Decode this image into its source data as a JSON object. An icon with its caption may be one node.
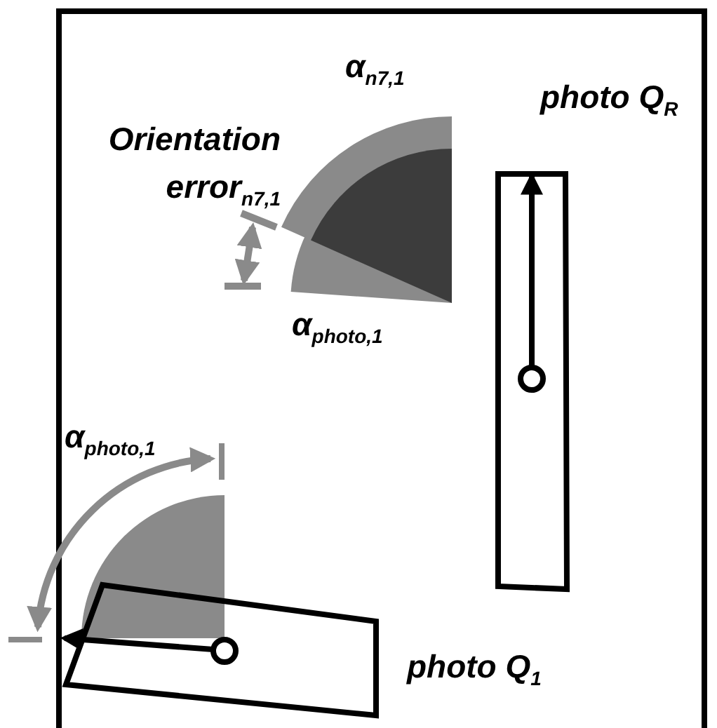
{
  "diagram": {
    "nodes": [
      {
        "text": [],
        "shape": "box",
        "beside": [
          "photo Q$_{R}$"
        ]
      },
      {
        "text": [],
        "shape": "box",
        "beside": [
          "photo Q$_{1}$"
        ]
      }
    ],
    "labels": [
      "α$_{n7,1}$",
      "Orientation error$_{n7,1}$",
      "α$_{photo,1}$",
      "α$_{photo,1}$"
    ]
  }
}
